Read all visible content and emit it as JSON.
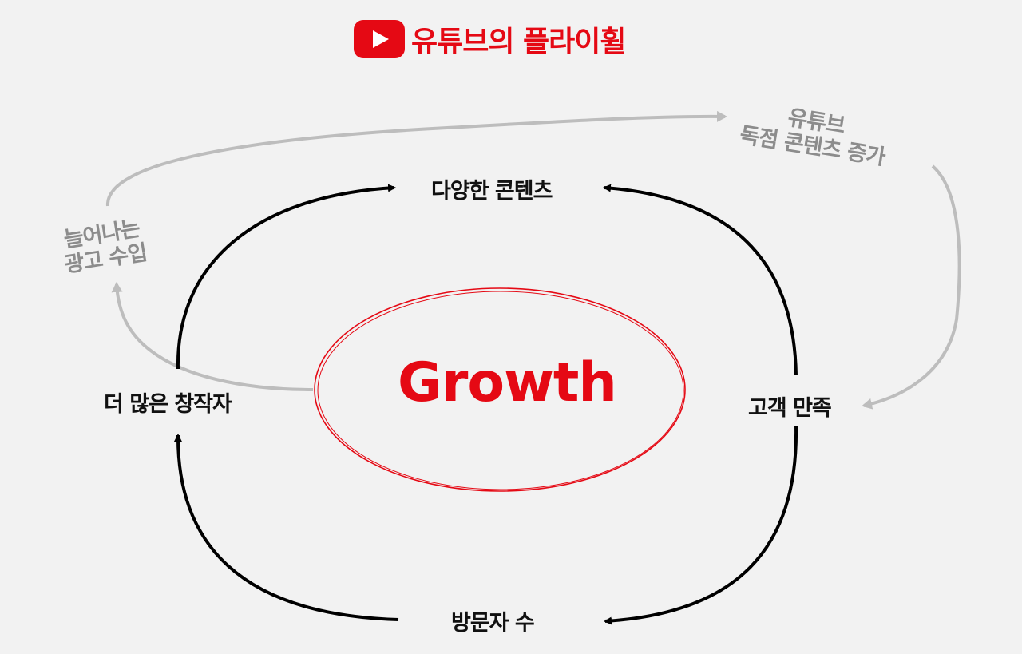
{
  "header": {
    "logo_icon": "youtube-play-icon",
    "title": "유튜브의 플라이휠",
    "accent_color": "#e50914"
  },
  "center": {
    "label": "Growth",
    "color": "#e50914"
  },
  "inner_cycle": {
    "color": "#000000",
    "nodes": [
      {
        "id": "content",
        "label": "다양한 콘텐츠"
      },
      {
        "id": "satisfaction",
        "label": "고객 만족"
      },
      {
        "id": "visitors",
        "label": "방문자 수"
      },
      {
        "id": "creators",
        "label": "더 많은 창작자"
      }
    ]
  },
  "outer_loop": {
    "color": "#b8b8b8",
    "text_color": "#8c8c8c",
    "nodes": [
      {
        "id": "ad-revenue",
        "lines": [
          "늘어나는",
          "광고 수입"
        ]
      },
      {
        "id": "exclusive-content",
        "lines": [
          "유튜브",
          "독점 콘텐츠 증가"
        ]
      }
    ]
  }
}
